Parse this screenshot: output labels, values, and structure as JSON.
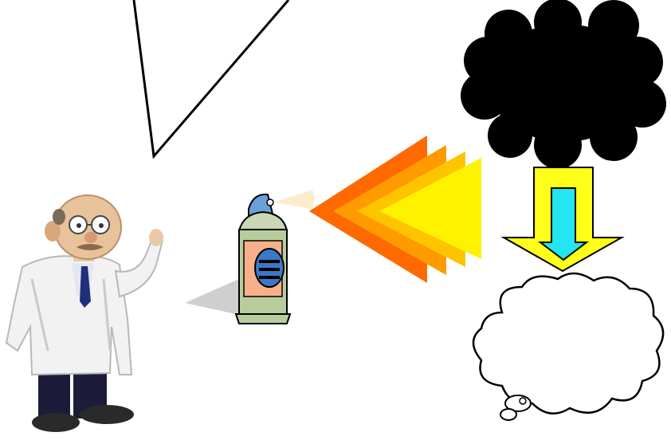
{
  "scene": {
    "background_color": "#ffffff",
    "elements": [
      {
        "name": "speech-pointer-shape",
        "icon": "speech-bubble-tail-icon"
      },
      {
        "name": "scientist-figure",
        "icon": "scientist-icon",
        "coat_color": "#f2f2f2",
        "pants_color": "#1c1c3a"
      },
      {
        "name": "spray-can",
        "icon": "spray-can-icon",
        "label_color": "#f7b08a",
        "badge_color": "#3d78c8"
      },
      {
        "name": "spray-chevrons",
        "icon": "spray-burst-icon",
        "colors": [
          "#ff6a00",
          "#ff9a00",
          "#ffc400",
          "#fff200"
        ]
      },
      {
        "name": "dark-cloud",
        "icon": "black-cloud-icon",
        "color": "#000000"
      },
      {
        "name": "down-arrow",
        "icon": "down-arrow-icon",
        "outer_color": "#ffff1a",
        "inner_color": "#22e6f2"
      },
      {
        "name": "white-cloud",
        "icon": "white-cloud-icon",
        "color": "#ffffff"
      }
    ]
  }
}
